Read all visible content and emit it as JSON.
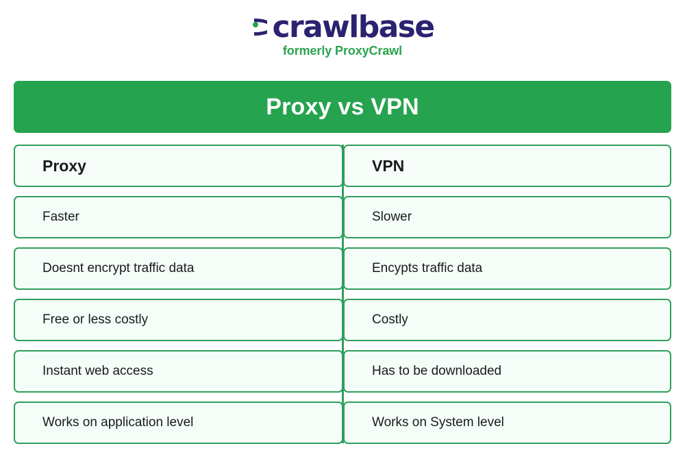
{
  "logo": {
    "mark_icon": "crawlbase-c-mark-icon",
    "wordmark": "crawlbase",
    "tagline": "formerly ProxyCrawl",
    "wordmark_color": "#2b2270",
    "accent_color": "#2aa34f"
  },
  "banner": {
    "title": "Proxy vs VPN",
    "background_color": "#26a34f",
    "text_color": "#ffffff"
  },
  "table": {
    "border_color": "#2f9e5d",
    "cell_background": "#f4fdf7",
    "headers": [
      "Proxy",
      "VPN"
    ],
    "rows": [
      {
        "proxy": "Faster",
        "vpn": "Slower"
      },
      {
        "proxy": "Doesnt encrypt traffic data",
        "vpn": "Encypts traffic data"
      },
      {
        "proxy": "Free or less costly",
        "vpn": "Costly"
      },
      {
        "proxy": "Instant web access",
        "vpn": "Has to be downloaded"
      },
      {
        "proxy": "Works on application level",
        "vpn": "Works on System level"
      }
    ]
  }
}
